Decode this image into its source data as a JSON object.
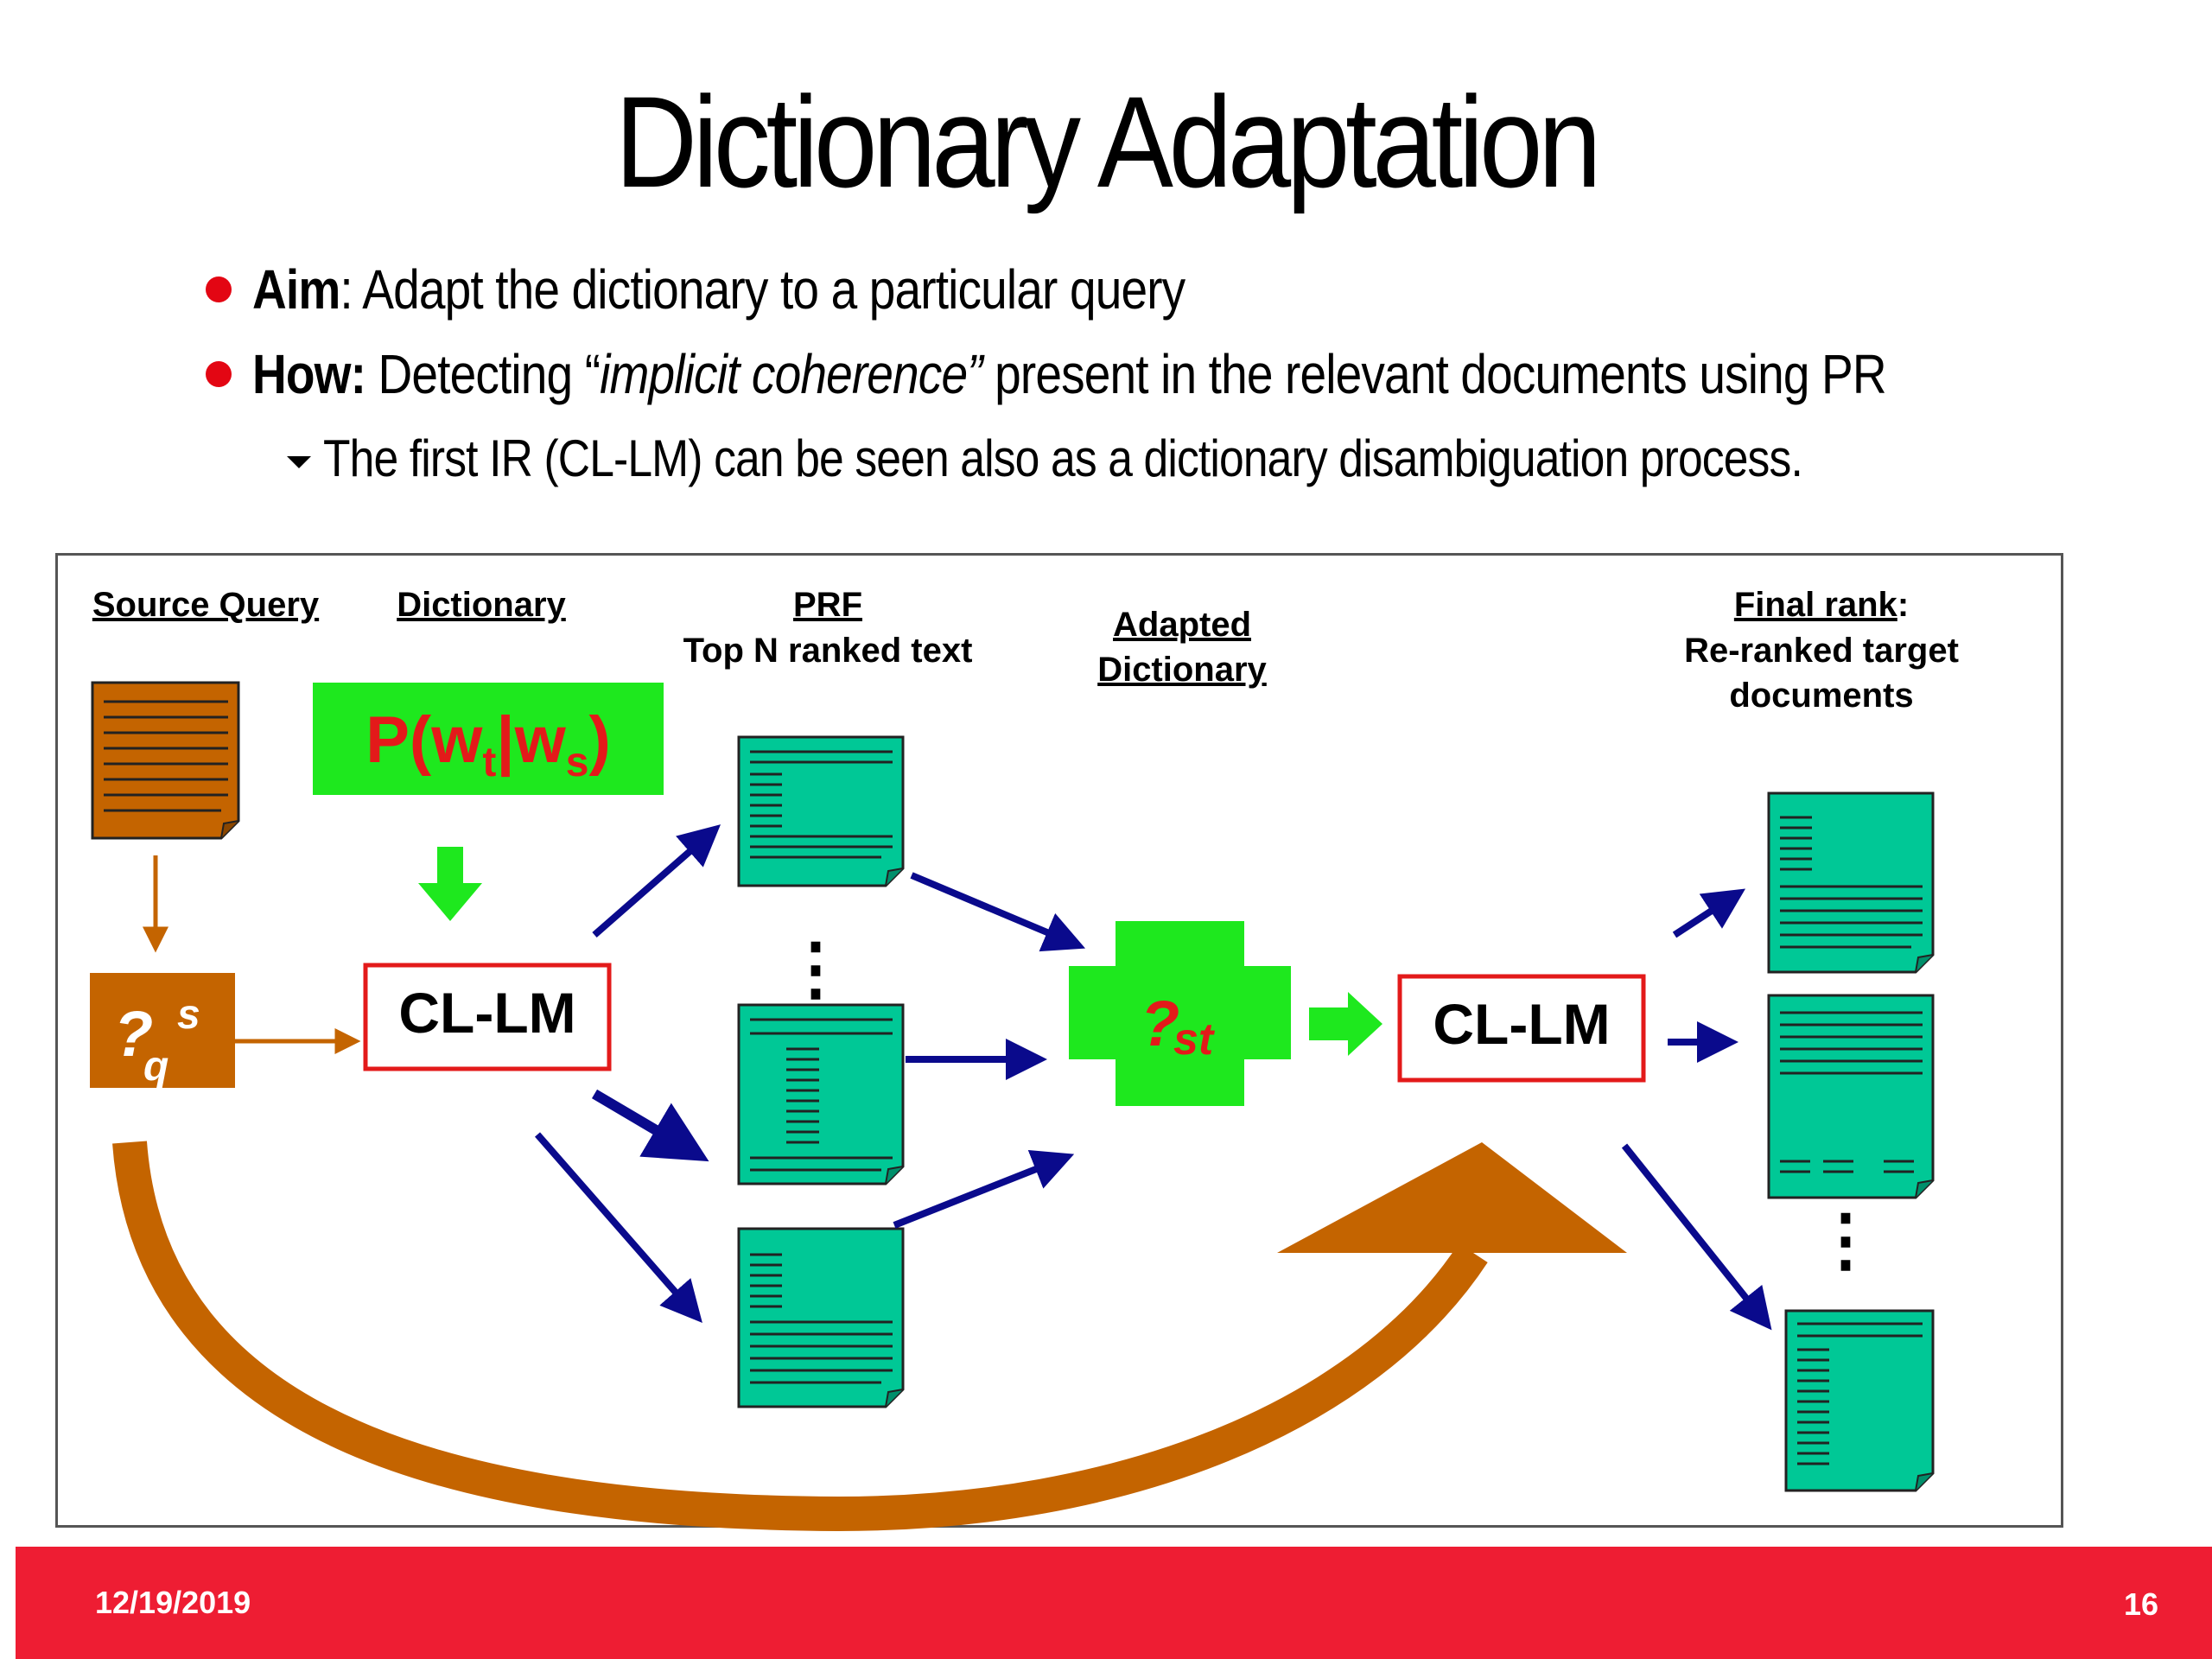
{
  "slide": {
    "title": "Dictionary Adaptation",
    "bullets": [
      {
        "bold": "Aim",
        "text": ": Adapt the dictionary to a particular query"
      },
      {
        "bold": "How:",
        "text_pre": " Detecting “",
        "italic": "implicit coherence”",
        "text_post": " present in the relevant documents using  PR"
      }
    ],
    "sub_bullet": "The first IR (CL-LM) can be seen also as a dictionary disambiguation process."
  },
  "diagram": {
    "labels": {
      "source_query": "Source Query",
      "dictionary": "Dictionary",
      "prf": "PRF",
      "top_n": "Top  N ranked text",
      "adapted_line1": "Adapted",
      "adapted_line2": "Dictionary",
      "final_rank": "Final rank",
      "final_colon": ":",
      "reranked_line1": "Re-ranked target",
      "reranked_line2": "documents"
    },
    "prob": {
      "p": "P(w",
      "t": "t",
      "mid": "|w",
      "s": "s",
      "close": ")"
    },
    "query_symbol": {
      "glyph": "?",
      "sup": "s",
      "sub": "q"
    },
    "adapted_symbol": {
      "glyph": "?",
      "sub": "st"
    },
    "clm_left": "CL-LM",
    "clm_right": "CL-LM",
    "ellipsis": "⋮",
    "colors": {
      "doc_green": "#00c896",
      "doc_brown": "#c46400",
      "bright_green": "#1ee81e",
      "red": "#e31a1a",
      "arrow_blue": "#0a0a8c",
      "arrow_brown": "#c46400"
    }
  },
  "footer": {
    "date": "12/19/2019",
    "page": "16"
  }
}
